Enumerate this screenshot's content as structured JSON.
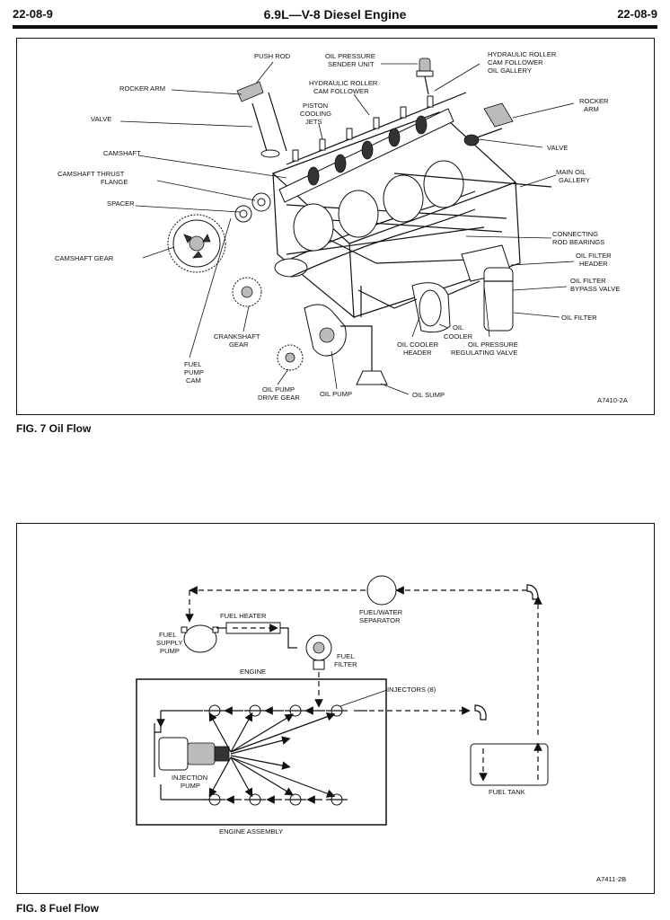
{
  "header": {
    "page_left": "22-08-9",
    "title": "6.9L—V-8 Diesel Engine",
    "page_right": "22-08-9"
  },
  "fig7": {
    "caption": "FIG. 7  Oil Flow",
    "code": "A7410-2A",
    "labels": {
      "push_rod": "PUSH ROD",
      "oil_pressure_sender_1": "OIL PRESSURE",
      "oil_pressure_sender_2": "SENDER UNIT",
      "hyd_roller_gallery_1": "HYDRAULIC ROLLER",
      "hyd_roller_gallery_2": "CAM FOLLOWER",
      "hyd_roller_gallery_3": "OIL GALLERY",
      "rocker_arm_left": "ROCKER ARM",
      "hyd_roller_follower_1": "HYDRAULIC ROLLER",
      "hyd_roller_follower_2": "CAM FOLLOWER",
      "rocker_arm_right_1": "ROCKER",
      "rocker_arm_right_2": "ARM",
      "valve_left": "VALVE",
      "piston_jets_1": "PISTON",
      "piston_jets_2": "COOLING",
      "piston_jets_3": "JETS",
      "valve_right": "VALVE",
      "camshaft": "CAMSHAFT",
      "main_oil_gallery_1": "MAIN OIL",
      "main_oil_gallery_2": "GALLERY",
      "thrust_flange_1": "CAMSHAFT THRUST",
      "thrust_flange_2": "FLANGE",
      "spacer": "SPACER",
      "rod_bearings_1": "CONNECTING",
      "rod_bearings_2": "ROD BEARINGS",
      "camshaft_gear": "CAMSHAFT GEAR",
      "filter_header_1": "OIL FILTER",
      "filter_header_2": "HEADER",
      "bypass_valve_1": "OIL FILTER",
      "bypass_valve_2": "BYPASS VALVE",
      "oil_filter": "OIL FILTER",
      "crank_gear_1": "CRANKSHAFT",
      "crank_gear_2": "GEAR",
      "oil_cooler_1": "OIL",
      "oil_cooler_2": "COOLER",
      "fuel_pump_cam_1": "FUEL",
      "fuel_pump_cam_2": "PUMP",
      "fuel_pump_cam_3": "CAM",
      "cooler_header_1": "OIL COOLER",
      "cooler_header_2": "HEADER",
      "reg_valve_1": "OIL PRESSURE",
      "reg_valve_2": "REGULATING VALVE",
      "pump_drive_1": "OIL PUMP",
      "pump_drive_2": "DRIVE GEAR",
      "oil_pump": "OIL PUMP",
      "oil_sump": "OIL SUMP"
    }
  },
  "fig8": {
    "caption": "FIG. 8  Fuel Flow",
    "code": "A7411-2B",
    "labels": {
      "fuel_heater": "FUEL HEATER",
      "separator_1": "FUEL/WATER",
      "separator_2": "SEPARATOR",
      "supply_pump_1": "FUEL",
      "supply_pump_2": "SUPPLY",
      "supply_pump_3": "PUMP",
      "fuel_filter_1": "FUEL",
      "fuel_filter_2": "FILTER",
      "engine": "ENGINE",
      "injectors": "INJECTORS (8)",
      "injection_pump_1": "INJECTION",
      "injection_pump_2": "PUMP",
      "fuel_tank": "FUEL TANK",
      "engine_assembly": "ENGINE ASSEMBLY"
    }
  }
}
